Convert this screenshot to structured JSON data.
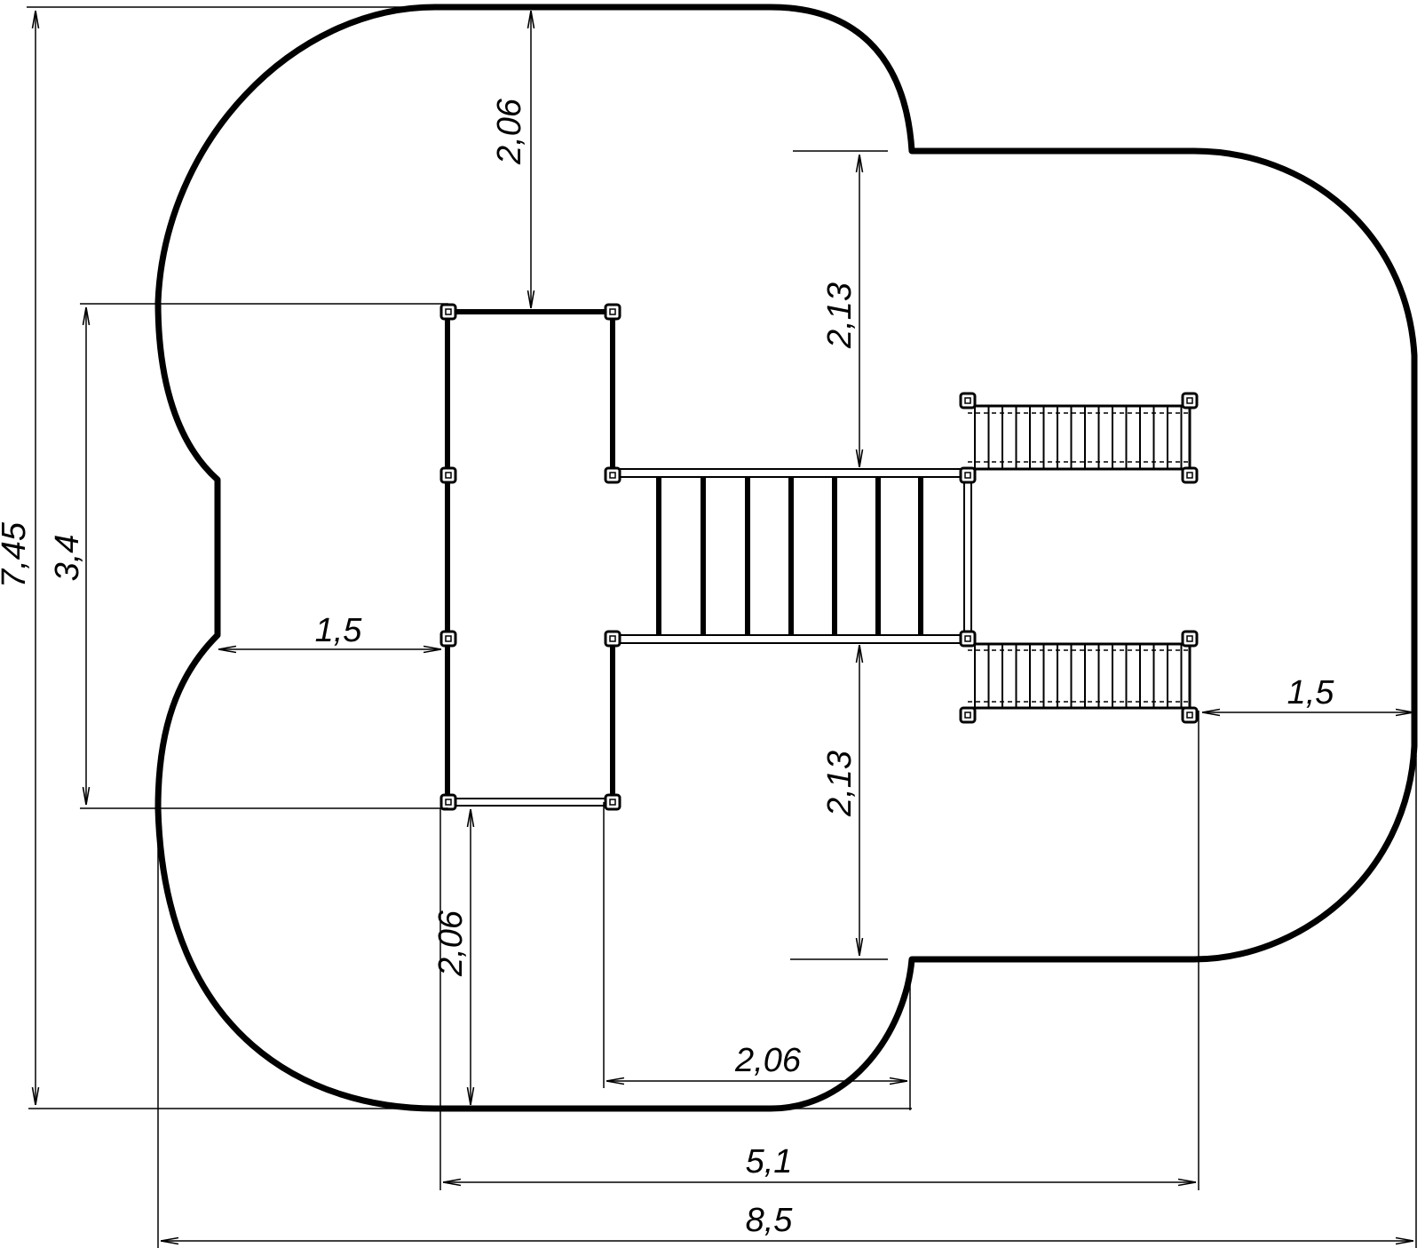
{
  "dimensions": {
    "overall_height": "7,45",
    "inner_height": "3,4",
    "top_gap": "2,06",
    "bottom_gap": "2,06",
    "left_gap": "1,5",
    "right_gap": "1,5",
    "upper_gap": "2,13",
    "lower_gap": "2,13",
    "mid_width": "2,06",
    "span_width": "5,1",
    "overall_width": "8,5"
  },
  "colors": {
    "line": "#000000",
    "background": "#ffffff"
  }
}
